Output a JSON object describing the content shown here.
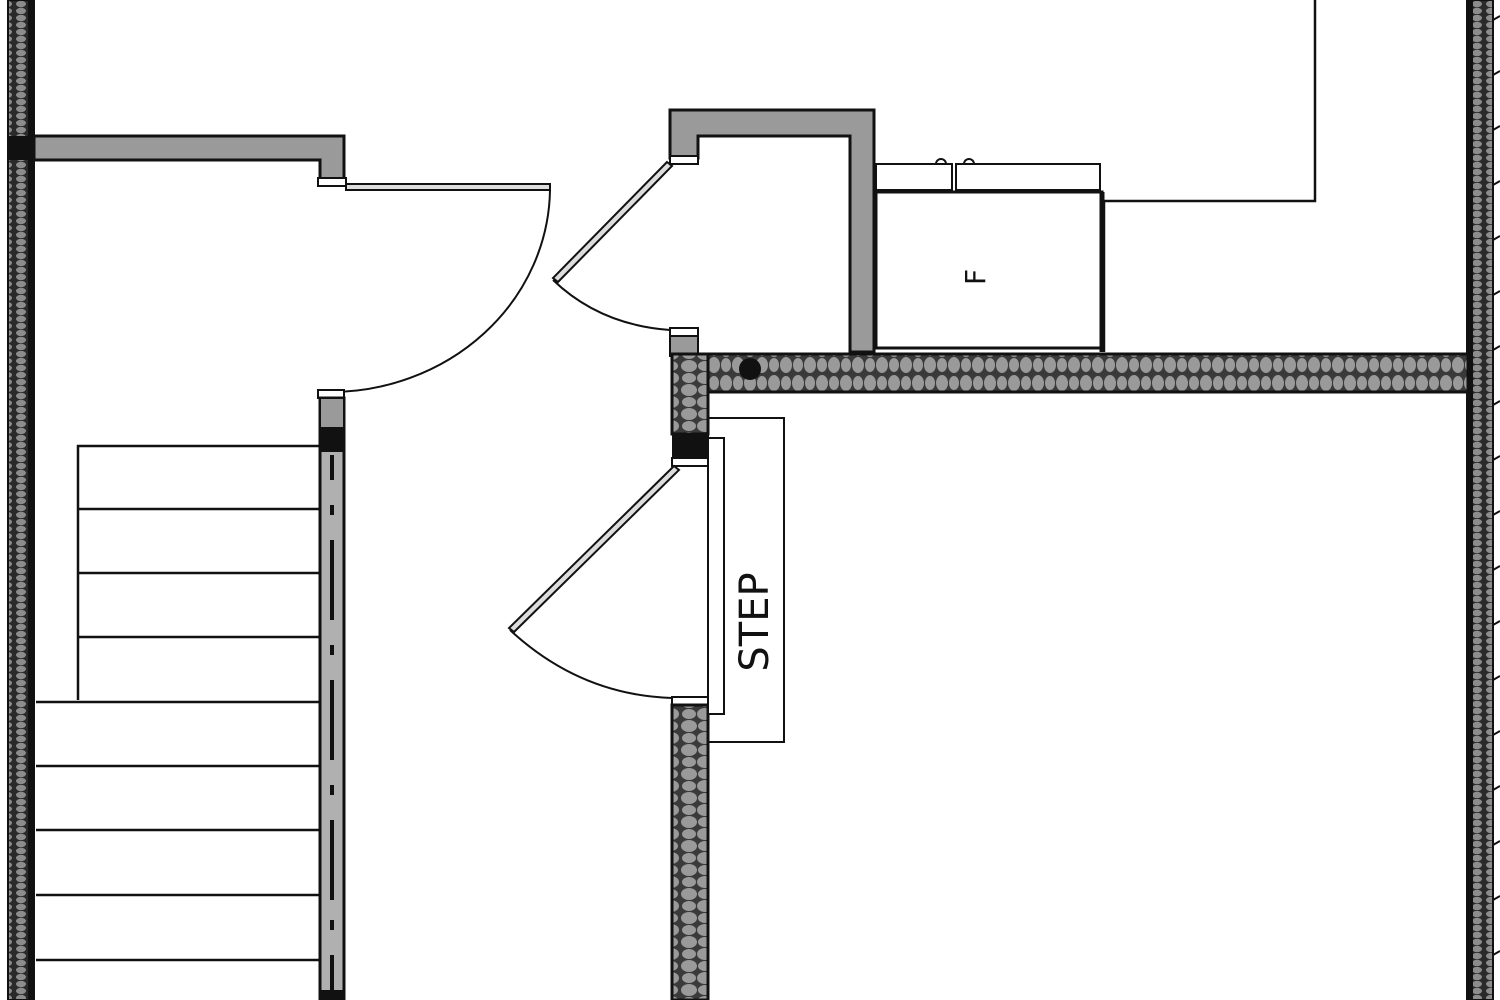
{
  "diagram": {
    "type": "architectural-floor-plan",
    "colors": {
      "background": "#ffffff",
      "line": "#111111",
      "wall_fill": "#9a9a9a",
      "hatch_fill": "#8c8c8c",
      "hatch_dark": "#2a2a2a"
    },
    "labels": {
      "step": "STEP",
      "appliance": "F"
    },
    "elements": {
      "exterior_wall_left": "insulated exterior wall (hatched)",
      "exterior_wall_right": "insulated exterior wall (hatched)",
      "interior_wall_horizontal": "insulated interior wall (hatched)",
      "interior_wall_vertical": "insulated interior wall (hatched)",
      "closet_walls": "gray partition walls",
      "stair_treads": 9,
      "doors": 3,
      "landing_label": "STEP",
      "appliance_label": "F"
    }
  }
}
